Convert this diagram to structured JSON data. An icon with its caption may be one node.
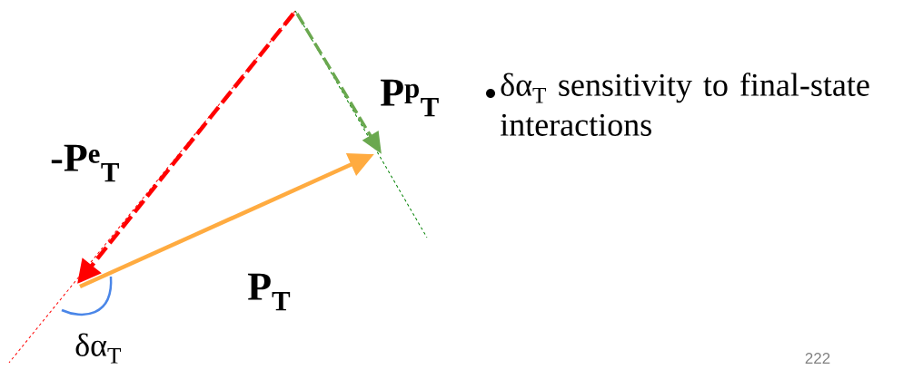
{
  "diagram": {
    "labels": [
      "P$^{p}$$_{T}$",
      "-P$^{e}$$_{T}$",
      "P$_{T}$",
      "δα$_{T}$",
      "δα$_{T}$ sensitivity to final-state interactions",
      "222"
    ]
  }
}
